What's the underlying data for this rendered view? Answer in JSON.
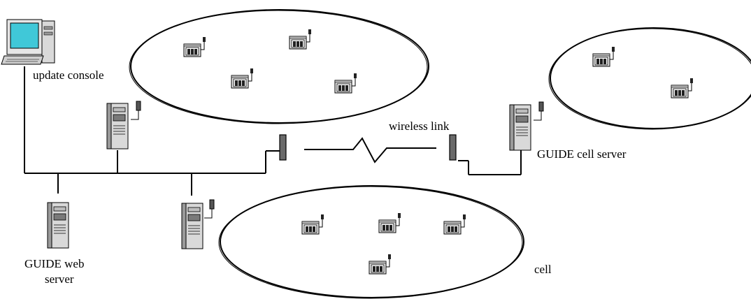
{
  "labels": {
    "update_console": "update console",
    "wireless_link": "wireless link",
    "cell_server": "GUIDE cell server",
    "web_server_line1": "GUIDE web",
    "web_server_line2": "server",
    "cell": "cell"
  },
  "icons": {
    "console": "desktop-computer-icon",
    "server": "tower-server-icon",
    "handheld": "guide-handheld-unit-icon",
    "transceiver": "wireless-transceiver-icon"
  },
  "colors": {
    "line": "#000000",
    "screen": "#40c8d8",
    "server_body": "#d9d9d9",
    "server_shade": "#9a9a9a",
    "transceiver": "#6a6a6a"
  }
}
